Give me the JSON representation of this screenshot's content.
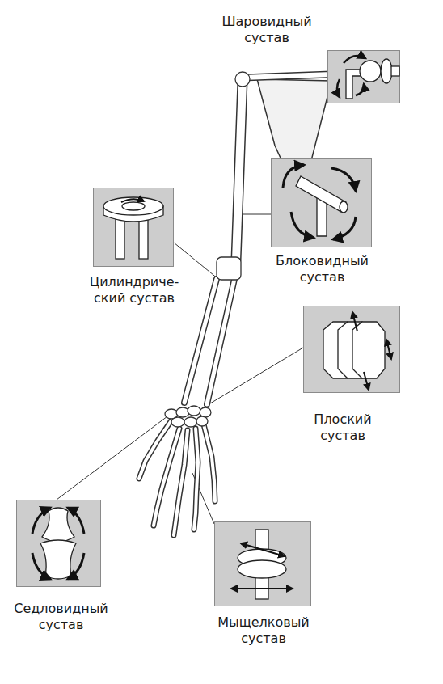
{
  "diagram": {
    "nodes": [
      {
        "text": [
          "Шаровидный сустав"
        ]
      },
      {
        "text": [
          "Цилиндриче- ский сустав"
        ]
      },
      {
        "text": [
          "Блоковидный сустав"
        ]
      },
      {
        "text": [
          "Плоский сустав"
        ]
      },
      {
        "text": [
          "Седловидный сустав"
        ]
      },
      {
        "text": [
          "Мыщелковый сустав"
        ]
      }
    ]
  }
}
